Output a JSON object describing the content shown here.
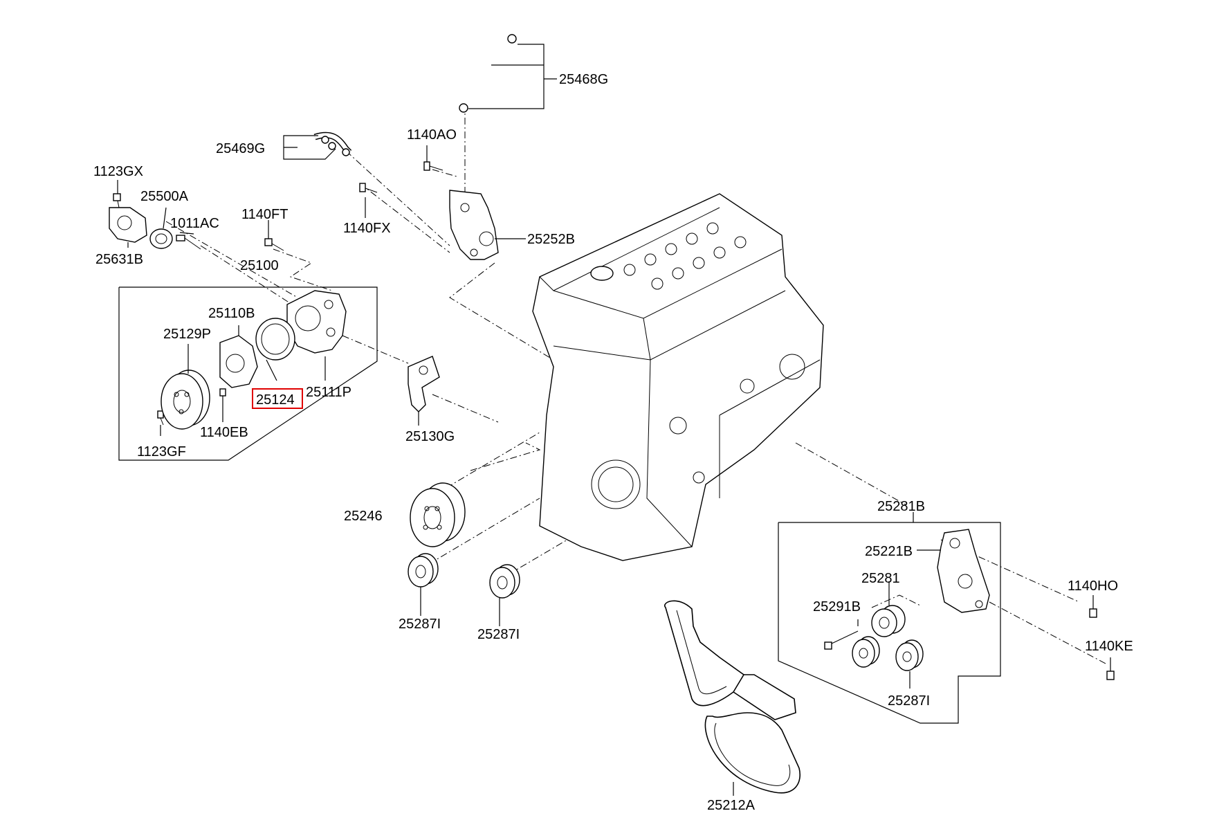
{
  "diagram": {
    "highlight_color": "#e00000",
    "labels": {
      "p25468G": "25468G",
      "p25469G": "25469G",
      "p1140AO": "1140AO",
      "p1123GX": "1123GX",
      "p25500A": "25500A",
      "p1011AC": "1011AC",
      "p1140FT": "1140FT",
      "p1140FX": "1140FX",
      "p25252B": "25252B",
      "p25631B": "25631B",
      "p25100": "25100",
      "p25110B": "25110B",
      "p25129P": "25129P",
      "p25124": "25124",
      "p25111P": "25111P",
      "p1140EB": "1140EB",
      "p1123GF": "1123GF",
      "p25130G": "25130G",
      "p25246": "25246",
      "p25287I_a": "25287I",
      "p25287I_b": "25287I",
      "p25281B": "25281B",
      "p25221B": "25221B",
      "p25281": "25281",
      "p25291B": "25291B",
      "p1140HO": "1140HO",
      "p1140KE": "1140KE",
      "p25287I_c": "25287I",
      "p25212A": "25212A"
    }
  }
}
